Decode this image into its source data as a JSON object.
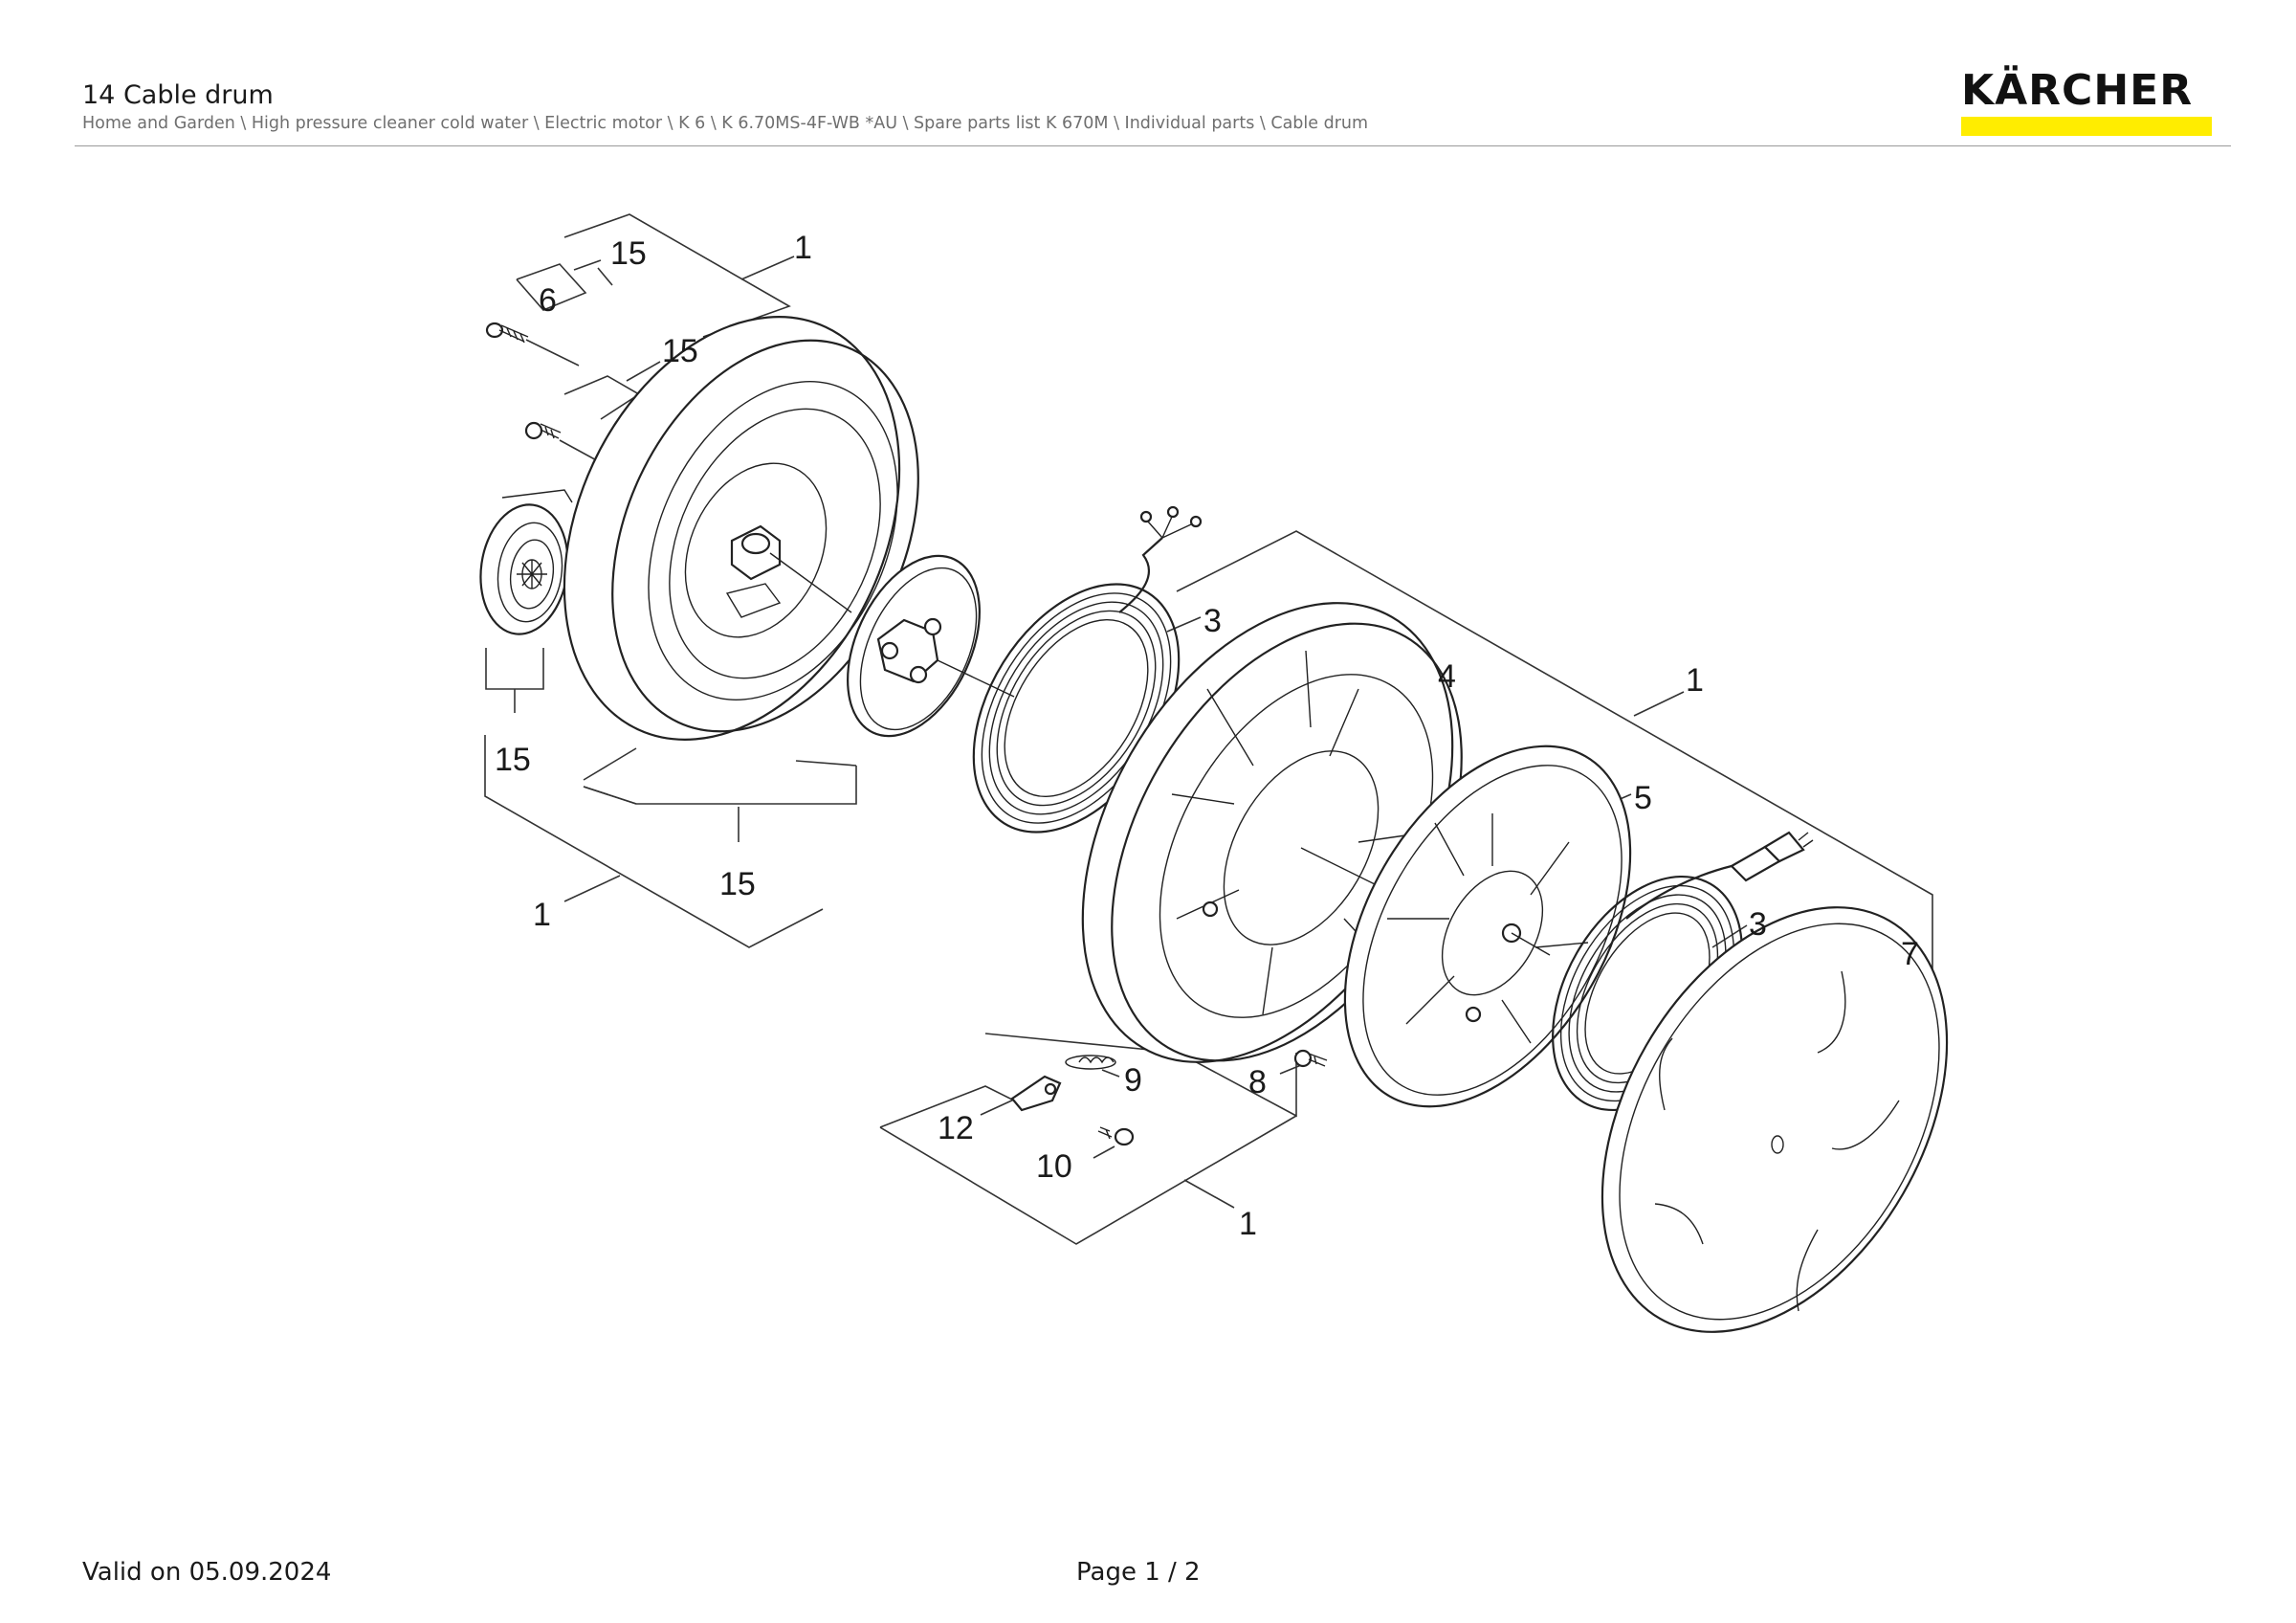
{
  "header": {
    "title": "14 Cable drum",
    "breadcrumb": "Home and Garden \\ High pressure cleaner cold water \\ Electric motor \\ K 6 \\ K 6.70MS-4F-WB *AU \\ Spare parts list K 670M \\ Individual parts \\ Cable drum"
  },
  "logo": {
    "text": "KÄRCHER",
    "bar_color": "#ffed00"
  },
  "diagram": {
    "callouts": [
      {
        "id": "c-1-top",
        "label": "1"
      },
      {
        "id": "c-15-top",
        "label": "15"
      },
      {
        "id": "c-6",
        "label": "6"
      },
      {
        "id": "c-15-mid",
        "label": "15"
      },
      {
        "id": "c-15-left",
        "label": "15"
      },
      {
        "id": "c-15-bottom",
        "label": "15"
      },
      {
        "id": "c-1-left",
        "label": "1"
      },
      {
        "id": "c-3-top",
        "label": "3"
      },
      {
        "id": "c-4",
        "label": "4"
      },
      {
        "id": "c-1-right",
        "label": "1"
      },
      {
        "id": "c-5",
        "label": "5"
      },
      {
        "id": "c-3-right",
        "label": "3"
      },
      {
        "id": "c-7",
        "label": "7"
      },
      {
        "id": "c-9",
        "label": "9"
      },
      {
        "id": "c-8",
        "label": "8"
      },
      {
        "id": "c-12",
        "label": "12"
      },
      {
        "id": "c-10",
        "label": "10"
      },
      {
        "id": "c-1-bottom",
        "label": "1"
      }
    ]
  },
  "footer": {
    "valid": "Valid on 05.09.2024",
    "page": "Page 1 / 2"
  }
}
